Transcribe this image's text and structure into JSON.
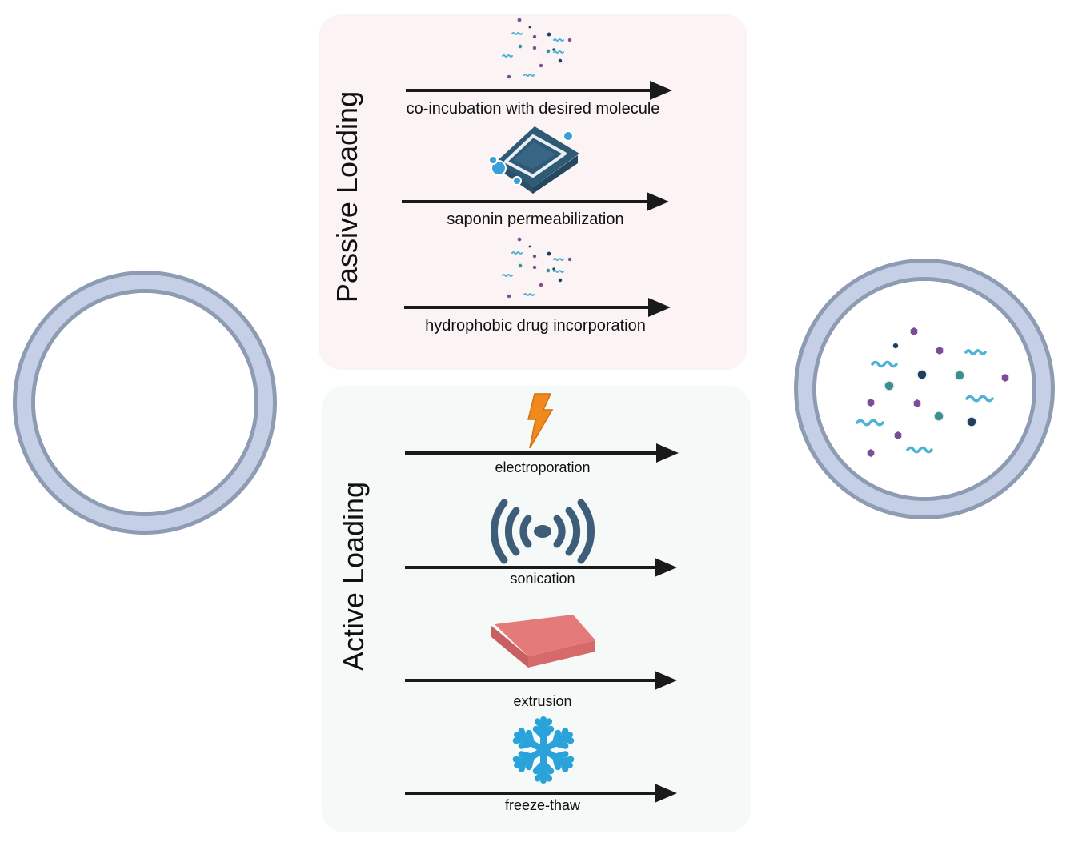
{
  "passive": {
    "title": "Passive Loading",
    "methods": [
      {
        "label": "co-incubation with desired molecule",
        "icon": "molecule-cloud-icon"
      },
      {
        "label": "saponin permeabilization",
        "icon": "soap-bar-icon"
      },
      {
        "label": "hydrophobic drug incorporation",
        "icon": "molecule-cloud-icon"
      }
    ]
  },
  "active": {
    "title": "Active Loading",
    "methods": [
      {
        "label": "electroporation",
        "icon": "lightning-bolt-icon"
      },
      {
        "label": "sonication",
        "icon": "sound-wave-icon"
      },
      {
        "label": "extrusion",
        "icon": "membrane-block-icon"
      },
      {
        "label": "freeze-thaw",
        "icon": "snowflake-icon"
      }
    ]
  },
  "colors": {
    "membrane": "#8d9bb3",
    "membrane_fill": "#c5cfe6",
    "passive_panel": "#fcf3f5",
    "active_panel": "#f5f9f8",
    "arrow": "#1a1a1a",
    "molecule_purple": "#7b4d97",
    "molecule_navy": "#1f3f5f",
    "molecule_teal": "#3c8f8f",
    "molecule_cyan": "#4cb3d6",
    "soap": "#2f5a76",
    "lightning": "#f08a1d",
    "sonication": "#3d5d78",
    "extrusion": "#e57a7a",
    "snowflake": "#29a3d9"
  }
}
